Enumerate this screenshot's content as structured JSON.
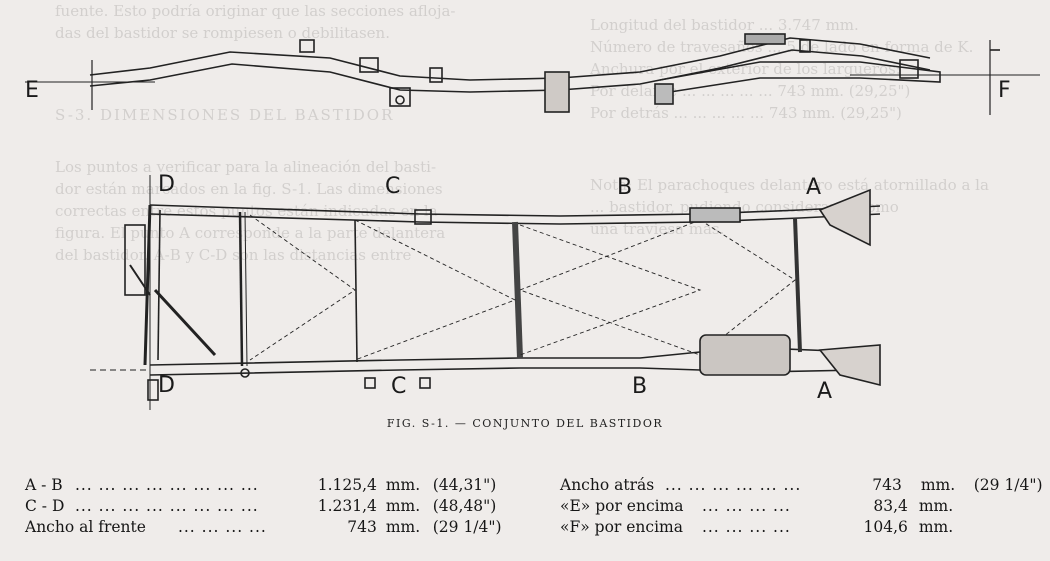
{
  "bleed_through": {
    "left_lines": [
      "fuente. Esto podría originar que las secciones afloja-",
      "das del bastidor se rompiesen o debilitasen."
    ],
    "left_heading": "S-3.  DIMENSIONES  DEL  BASTIDOR",
    "left_paragraph": [
      "Los puntos a verificar para la alineación del basti-",
      "dor están marcados en la fig. S-1. Las dimensiones",
      "correctas entre estos puntos están indicadas en la",
      "figura. El punto A corresponde a la parte delantera",
      "del bastidor. A-B y C-D son las distancias entre"
    ],
    "right_lines": [
      "Longitud del bastidor ... 3.747 mm.",
      "Número de travesaños ... 5 de lado en forma de K.",
      "Anchura por el exterior de los largueros:",
      "Por delante ... ... ... ... ... 743 mm. (29,25\")",
      "Por detrás ... ... ... ... ... 743 mm. (29,25\")"
    ],
    "right_note": [
      "Nota: El parachoques delantero está atornillado a la",
      "... bastidor, pudiendo considerarse como",
      "una traviesa más."
    ]
  },
  "diagram": {
    "labels": {
      "e": "E",
      "f": "F",
      "d_top": "D",
      "c_top": "C",
      "b_top": "B",
      "a_top": "A",
      "d_bottom": "D",
      "c_bottom": "C",
      "b_bottom": "B",
      "a_bottom": "A"
    }
  },
  "caption": "FIG. S-1. — CONJUNTO DEL BASTIDOR",
  "specs_left": [
    {
      "name": "A - B",
      "dots": "... ... ... ... ... ... ... ...",
      "value": "1.125,4",
      "unit": "mm.",
      "conv": "(44,31\")"
    },
    {
      "name": "C - D",
      "dots": "... ... ... ... ... ... ... ...",
      "value": "1.231,4",
      "unit": "mm.",
      "conv": "(48,48\")"
    },
    {
      "name": "Ancho al frente",
      "dots": "... ... ... ...",
      "value": "743",
      "unit": "mm.",
      "conv": "(29 1/4\")"
    }
  ],
  "specs_right": [
    {
      "name": "Ancho atrás",
      "dots": "... ... ... ... ... ...",
      "value": "743",
      "unit": "mm.",
      "conv": "(29 1/4\")"
    },
    {
      "name": "«E» por encima",
      "dots": "... ... ... ...",
      "value": "83,4",
      "unit": "mm.",
      "conv": ""
    },
    {
      "name": "«F» por encima",
      "dots": "... ... ... ...",
      "value": "104,6",
      "unit": "mm.",
      "conv": ""
    }
  ]
}
